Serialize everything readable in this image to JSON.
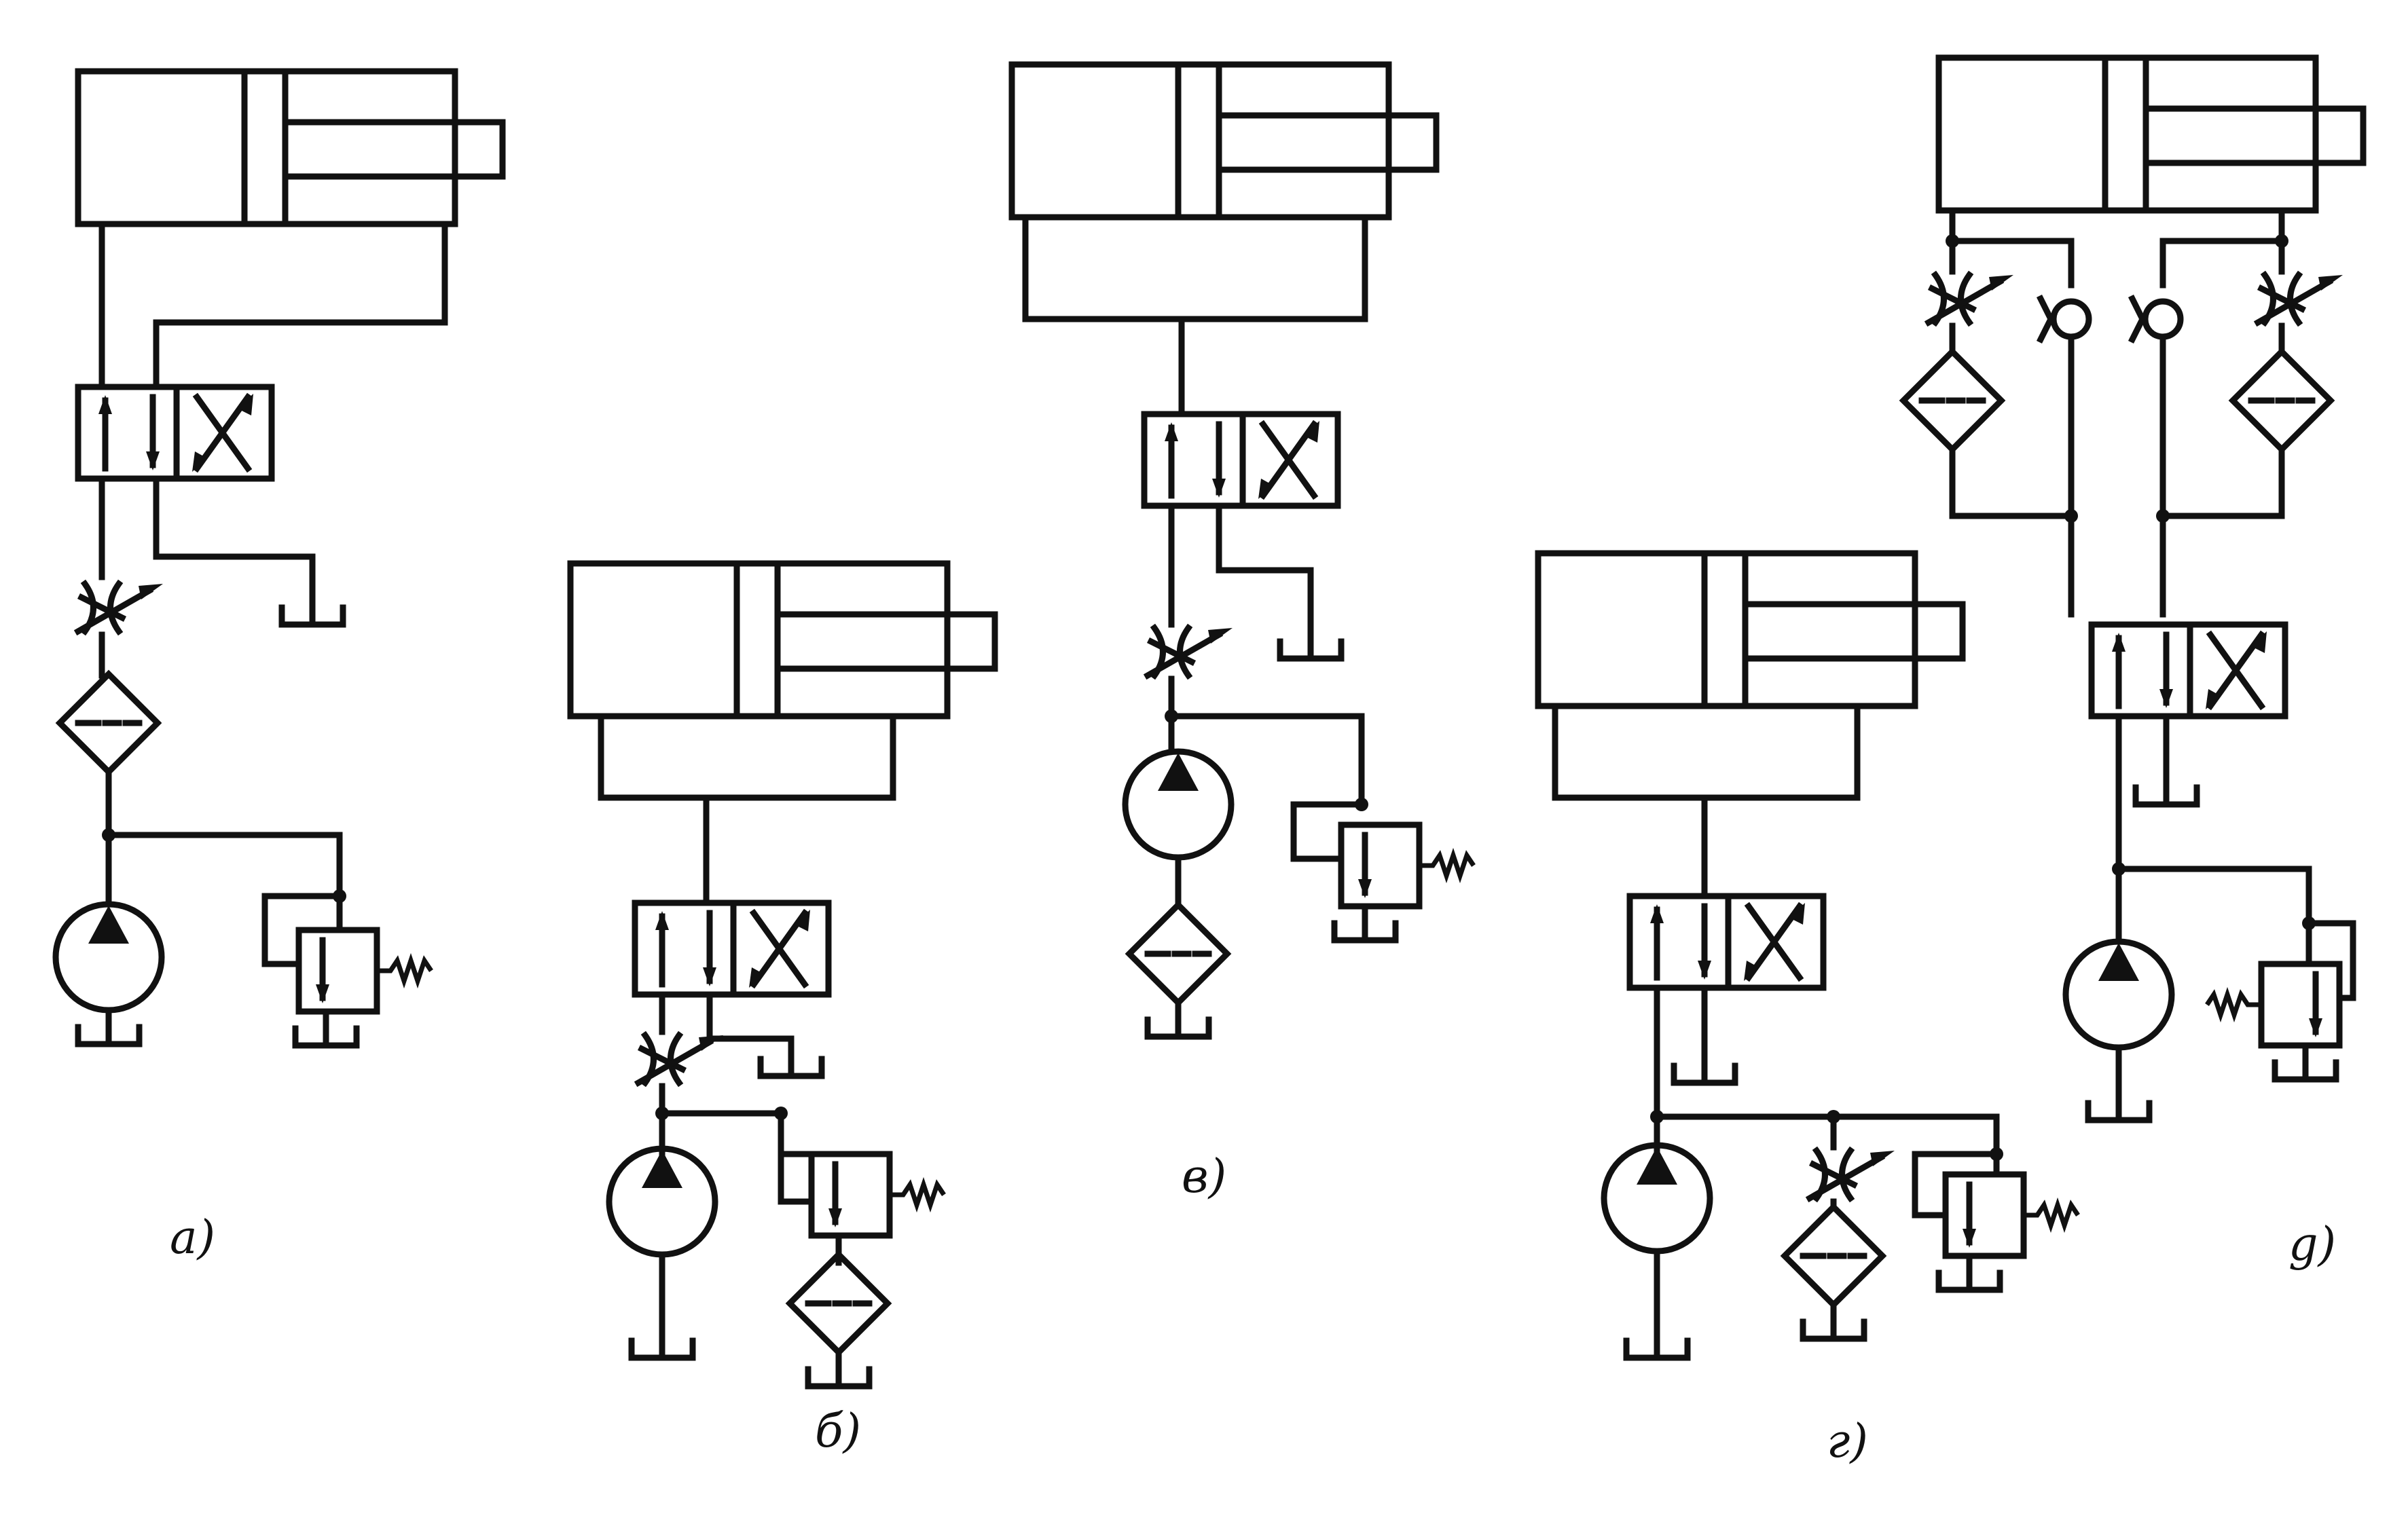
{
  "figure": {
    "captions": {
      "a": "а)",
      "b": "б)",
      "v": "в)",
      "g": "г)",
      "d": "g)"
    },
    "ink_color": "#111111",
    "background_color": "#ffffff"
  },
  "schemes": [
    {
      "id": "a",
      "components": [
        "cylinder-icon",
        "valve-4-2-icon",
        "throttle-icon",
        "filter-icon",
        "pump-icon",
        "relief-valve-icon",
        "tank-icon"
      ]
    },
    {
      "id": "b",
      "components": [
        "cylinder-icon",
        "valve-4-2-icon",
        "throttle-icon",
        "pump-icon",
        "relief-valve-icon",
        "filter-icon",
        "tank-icon"
      ]
    },
    {
      "id": "v",
      "components": [
        "cylinder-icon",
        "valve-4-2-icon",
        "throttle-icon",
        "pump-icon",
        "filter-icon",
        "relief-valve-icon",
        "tank-icon"
      ]
    },
    {
      "id": "g",
      "components": [
        "cylinder-icon",
        "valve-4-2-icon",
        "pump-icon",
        "throttle-icon",
        "filter-icon",
        "relief-valve-icon",
        "tank-icon"
      ]
    },
    {
      "id": "d",
      "components": [
        "cylinder-icon",
        "throttle-icon",
        "check-valve-icon",
        "filter-icon",
        "valve-4-2-icon",
        "pump-icon",
        "relief-valve-icon",
        "tank-icon"
      ]
    }
  ]
}
